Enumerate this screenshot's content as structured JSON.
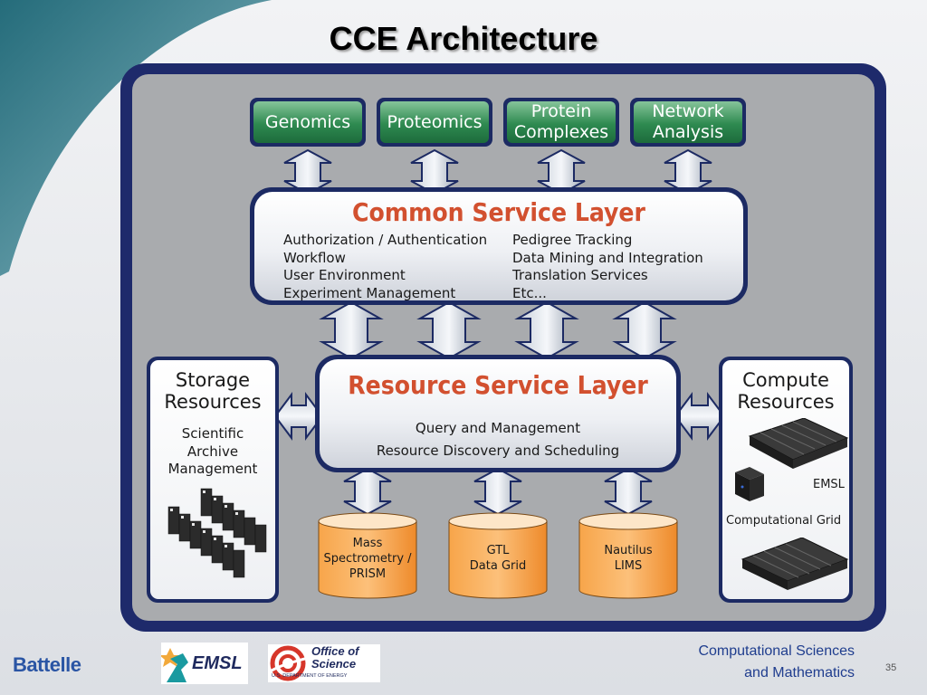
{
  "slide": {
    "title": "CCE Architecture",
    "page_number": "35"
  },
  "domains": [
    {
      "line1": "Genomics",
      "line2": ""
    },
    {
      "line1": "Proteomics",
      "line2": ""
    },
    {
      "line1": "Protein",
      "line2": "Complexes"
    },
    {
      "line1": "Network",
      "line2": "Analysis"
    }
  ],
  "common_layer": {
    "title": "Common Service Layer",
    "left_items": [
      "Authorization / Authentication",
      "Workflow",
      "User Environment",
      "Experiment Management"
    ],
    "right_items": [
      "Pedigree Tracking",
      "Data Mining and Integration",
      "Translation Services",
      "Etc..."
    ]
  },
  "resource_layer": {
    "title": "Resource Service Layer",
    "items": [
      "Query and Management",
      "Resource Discovery and Scheduling"
    ]
  },
  "storage": {
    "title_line1": "Storage",
    "title_line2": "Resources",
    "sub_lines": [
      "Scientific",
      "Archive",
      "Management"
    ]
  },
  "compute": {
    "title_line1": "Compute",
    "title_line2": "Resources",
    "emsl_label": "EMSL",
    "grid_label": "Computational Grid"
  },
  "databases": [
    {
      "lines": [
        "Mass",
        "Spectrometry /",
        "PRISM"
      ]
    },
    {
      "lines": [
        "GTL",
        "Data Grid"
      ]
    },
    {
      "lines": [
        "Nautilus",
        "LIMS"
      ]
    }
  ],
  "footer": {
    "line1": "Computational Sciences",
    "line2": "and Mathematics",
    "battelle": "Battelle",
    "emsl_logo": "EMSL",
    "os_line1": "Office of",
    "os_line2": "Science",
    "os_line3": "U.S. DEPARTMENT OF ENERGY"
  },
  "colors": {
    "frame": "#1e2a6b",
    "panel": "#a9abae",
    "domain_green": "#2e8a50",
    "layer_title": "#d2502f",
    "database_orange": "#f59a3e",
    "footer_text": "#1f3d8e"
  }
}
